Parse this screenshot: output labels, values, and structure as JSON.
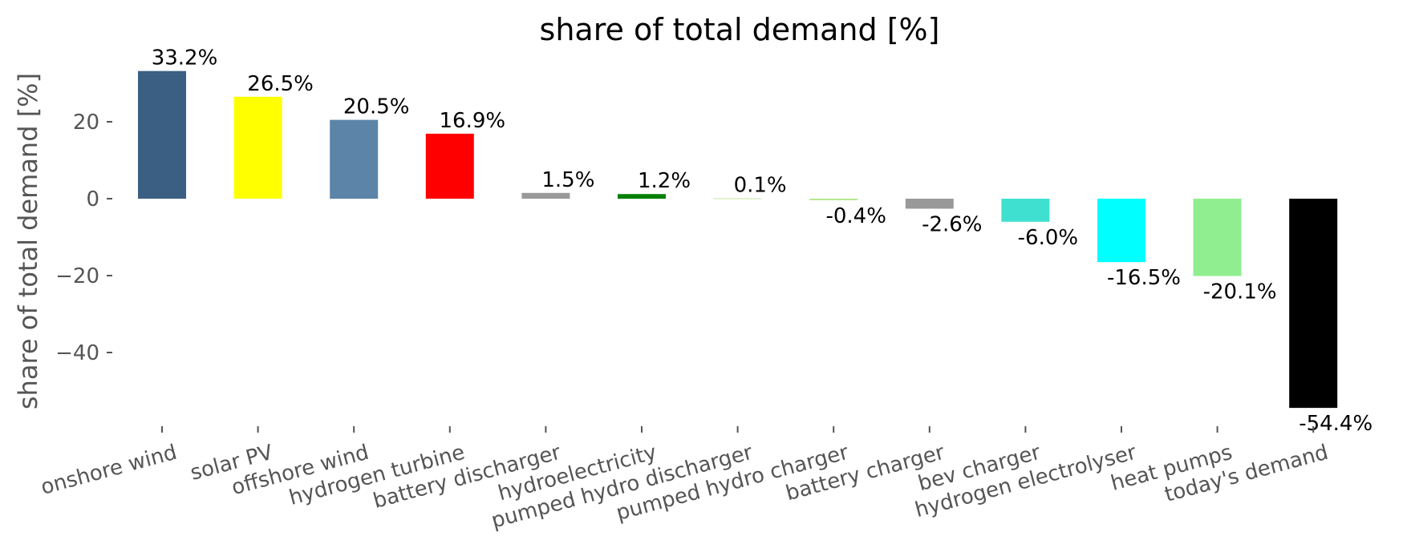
{
  "chart_data": {
    "type": "bar",
    "title": "share of total demand [%]",
    "ylabel": "share of total demand [%]",
    "xlabel": "",
    "ylim": [
      -60,
      36
    ],
    "yticks": [
      20,
      0,
      -20,
      -40
    ],
    "grid": false,
    "categories": [
      "onshore wind",
      "solar PV",
      "offshore wind",
      "hydrogen turbine",
      "battery discharger",
      "hydroelectricity",
      "pumped hydro discharger",
      "pumped hydro charger",
      "battery charger",
      "bev charger",
      "hydrogen electrolyser",
      "heat pumps",
      "today's demand"
    ],
    "values": [
      33.2,
      26.5,
      20.5,
      16.9,
      1.5,
      1.2,
      0.1,
      -0.4,
      -2.6,
      -6.0,
      -16.5,
      -20.1,
      -54.4
    ],
    "value_labels": [
      "33.2%",
      "26.5%",
      "20.5%",
      "16.9%",
      "1.5%",
      "1.2%",
      "0.1%",
      "-0.4%",
      "-2.6%",
      "-6.0%",
      "-16.5%",
      "-20.1%",
      "-54.4%"
    ],
    "colors": [
      "#3a5f82",
      "#ffff00",
      "#5b84a8",
      "#ff0000",
      "#999999",
      "#008000",
      "#c8e6a0",
      "#b3e68c",
      "#999999",
      "#40e0d0",
      "#00ffff",
      "#90ee90",
      "#000000"
    ]
  }
}
